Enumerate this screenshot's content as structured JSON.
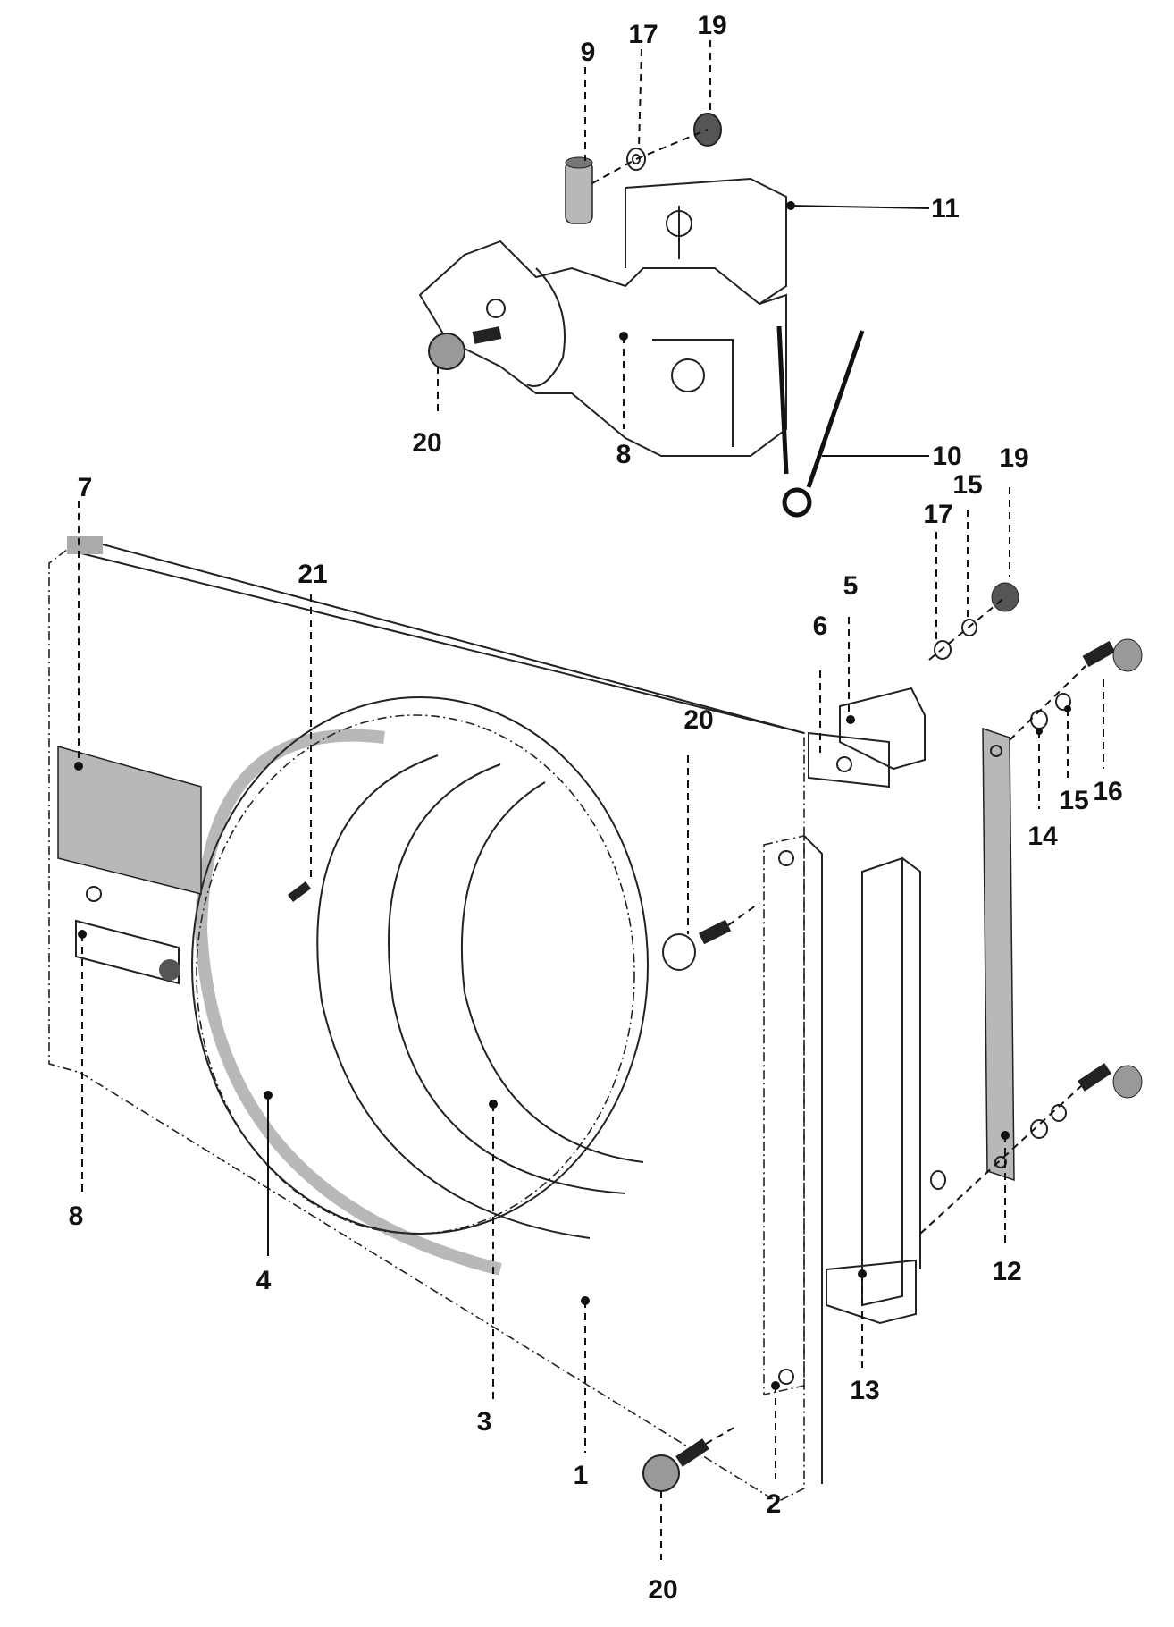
{
  "callouts": {
    "c1": "1",
    "c2": "2",
    "c3": "3",
    "c4": "4",
    "c5": "5",
    "c6": "6",
    "c7": "7",
    "c8_top": "8",
    "c8_left": "8",
    "c9": "9",
    "c10": "10",
    "c11": "11",
    "c12": "12",
    "c13": "13",
    "c14": "14",
    "c15_top": "15",
    "c15_right": "15",
    "c16": "16",
    "c17_top": "17",
    "c17_right": "17",
    "c19_top": "19",
    "c19_right": "19",
    "c20_top": "20",
    "c20_mid": "20",
    "c20_bottom": "20",
    "c21": "21"
  }
}
